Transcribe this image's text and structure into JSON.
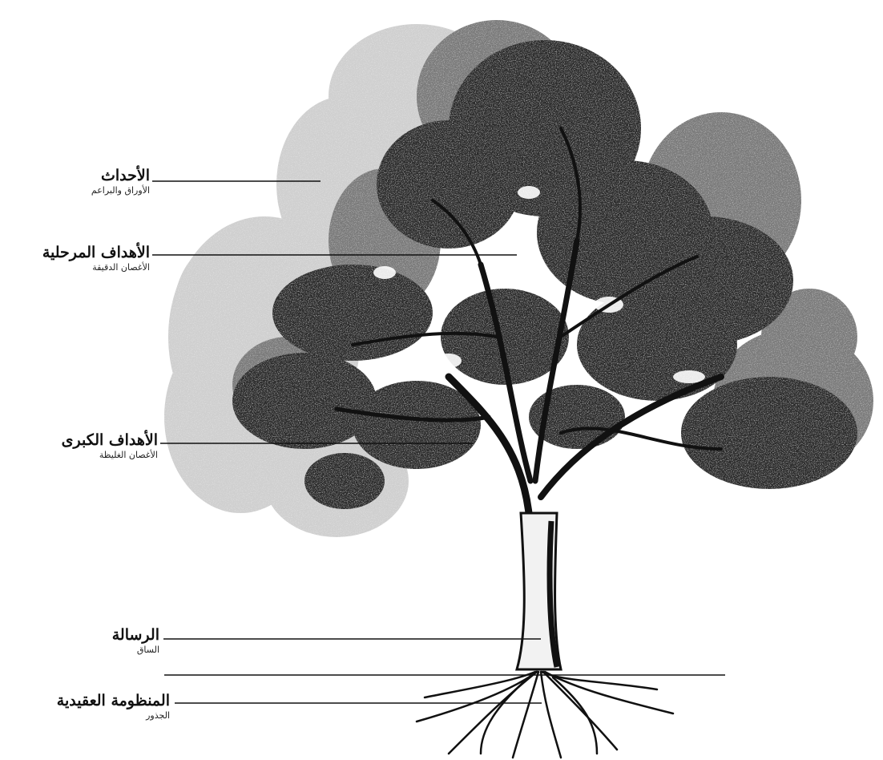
{
  "labels": [
    {
      "id": "events",
      "title": "الأحداث",
      "subtitle": "الأوراق والبراعم"
    },
    {
      "id": "interim",
      "title": "الأهداف المرحلية",
      "subtitle": "الأغصان الدقيقة"
    },
    {
      "id": "major",
      "title": "الأهداف الكبرى",
      "subtitle": "الأغصان الغليظة"
    },
    {
      "id": "mission",
      "title": "الرسالة",
      "subtitle": "الساق"
    },
    {
      "id": "beliefs",
      "title": "المنظومة العقيدية",
      "subtitle": "الجذور"
    }
  ],
  "colors": {
    "ink": "#111111",
    "foliage_dark": "#2a2a2a",
    "foliage_mid": "#6b6b6b",
    "foliage_light": "#c9c9c9"
  }
}
